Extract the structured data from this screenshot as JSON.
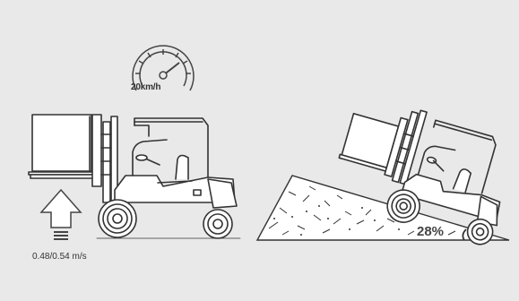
{
  "speedometer": {
    "label": "20km/h"
  },
  "lift": {
    "speed_label": "0.48/0.54 m/s"
  },
  "ramp": {
    "grade_label": "28%"
  }
}
